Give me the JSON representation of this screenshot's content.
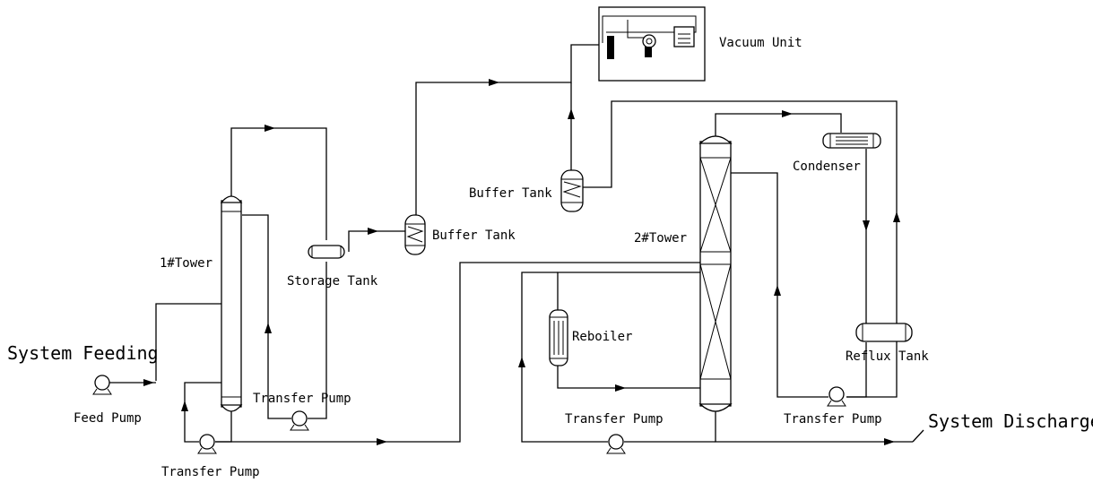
{
  "labels": {
    "vacuum_unit": "Vacuum Unit",
    "condenser": "Condenser",
    "buffer_tank_upper": "Buffer Tank",
    "buffer_tank_lower": "Buffer Tank",
    "tower1": "1#Tower",
    "tower2": "2#Tower",
    "storage_tank": "Storage Tank",
    "system_feeding": "System Feeding",
    "feed_pump": "Feed Pump",
    "transfer_pump_1": "Transfer Pump",
    "transfer_pump_storage": "Transfer Pump",
    "reboiler": "Reboiler",
    "transfer_pump_reboiler": "Transfer Pump",
    "transfer_pump_reflux": "Transfer Pump",
    "reflux_tank": "Reflux Tank",
    "system_discharge": "System Discharge"
  }
}
